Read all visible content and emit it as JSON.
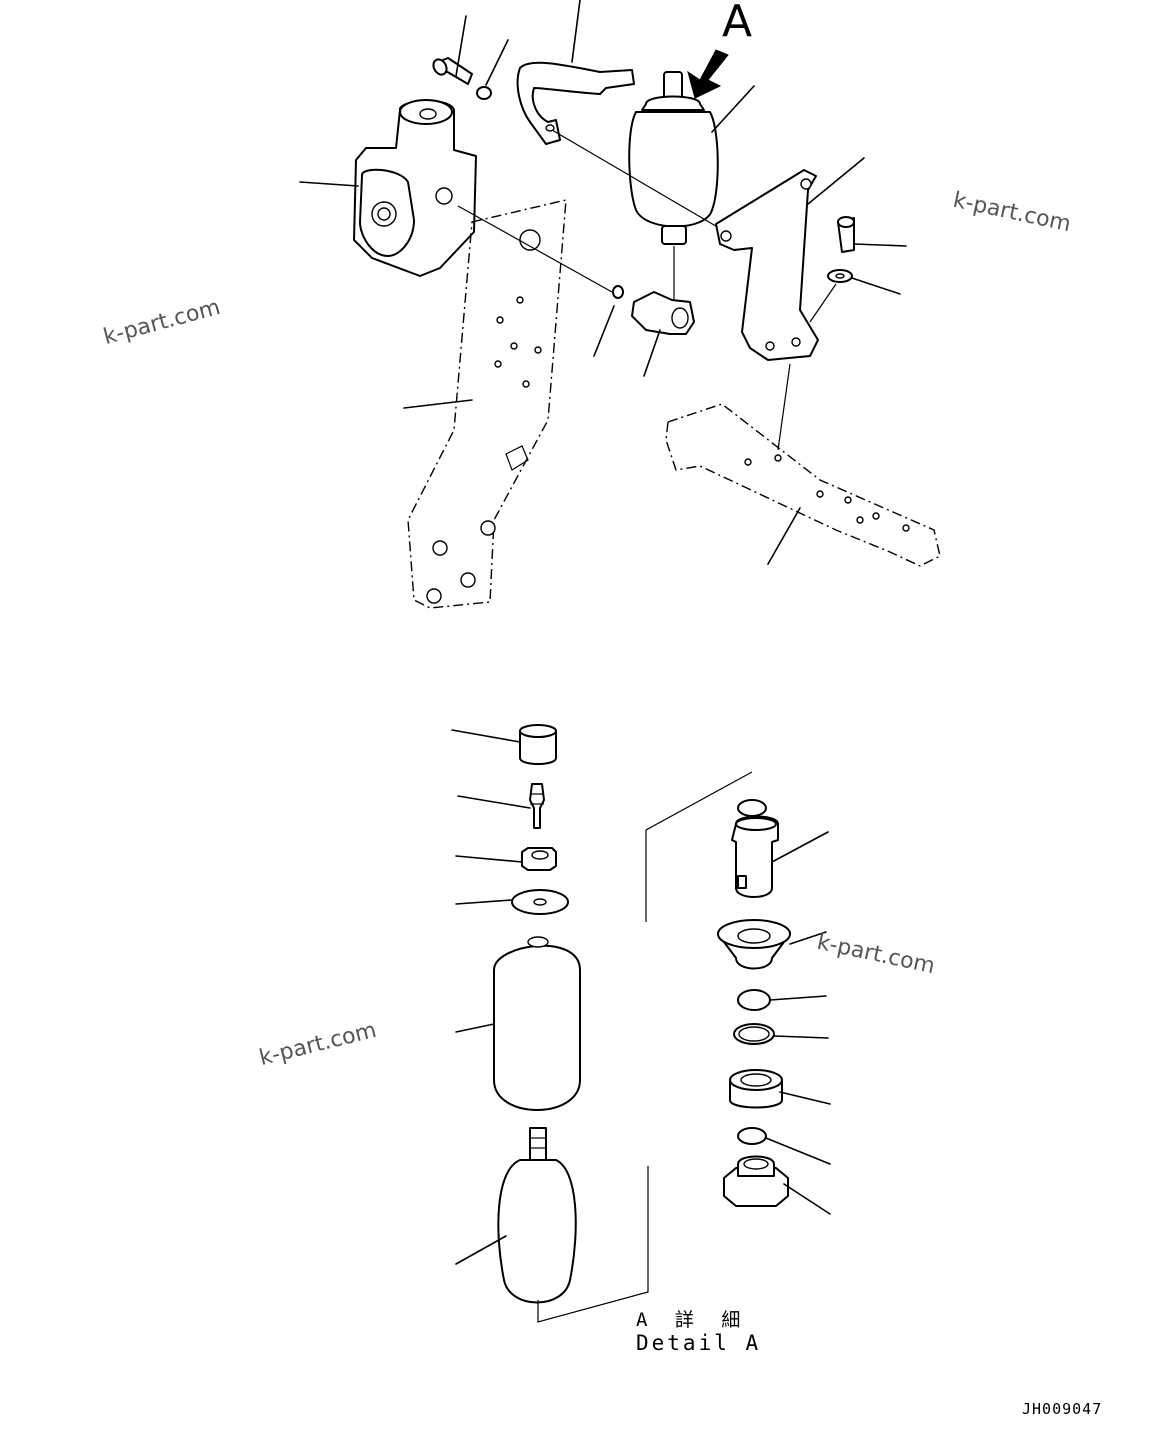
{
  "view_label": "A",
  "watermarks": [
    "k-part.com",
    "k-part.com",
    "k-part.com",
    "k-part.com"
  ],
  "detail_title_jp": "A 詳 細",
  "detail_title_en": "Detail A",
  "drawing_code": "JH009047"
}
